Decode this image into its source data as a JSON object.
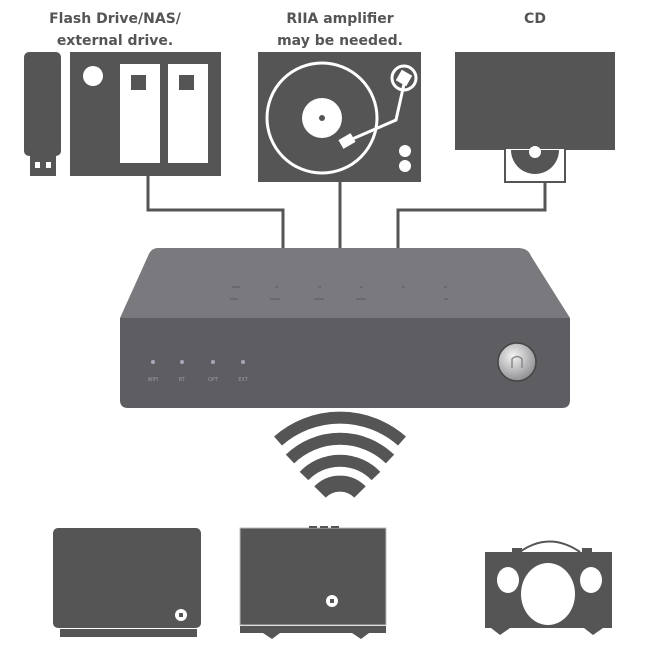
{
  "sources": [
    {
      "line1": "Flash Drive/NAS/",
      "line2": "external drive."
    },
    {
      "line1": "RIIA amplifier",
      "line2": "may be needed."
    },
    {
      "line1": "CD",
      "line2": ""
    }
  ],
  "device": {
    "indicators": [
      "WIFI",
      "BT",
      "OPT",
      "EXT"
    ]
  },
  "colors": {
    "icon": "#555555",
    "device_top": "#7a7a7e",
    "device_front": "#5e5e62"
  }
}
